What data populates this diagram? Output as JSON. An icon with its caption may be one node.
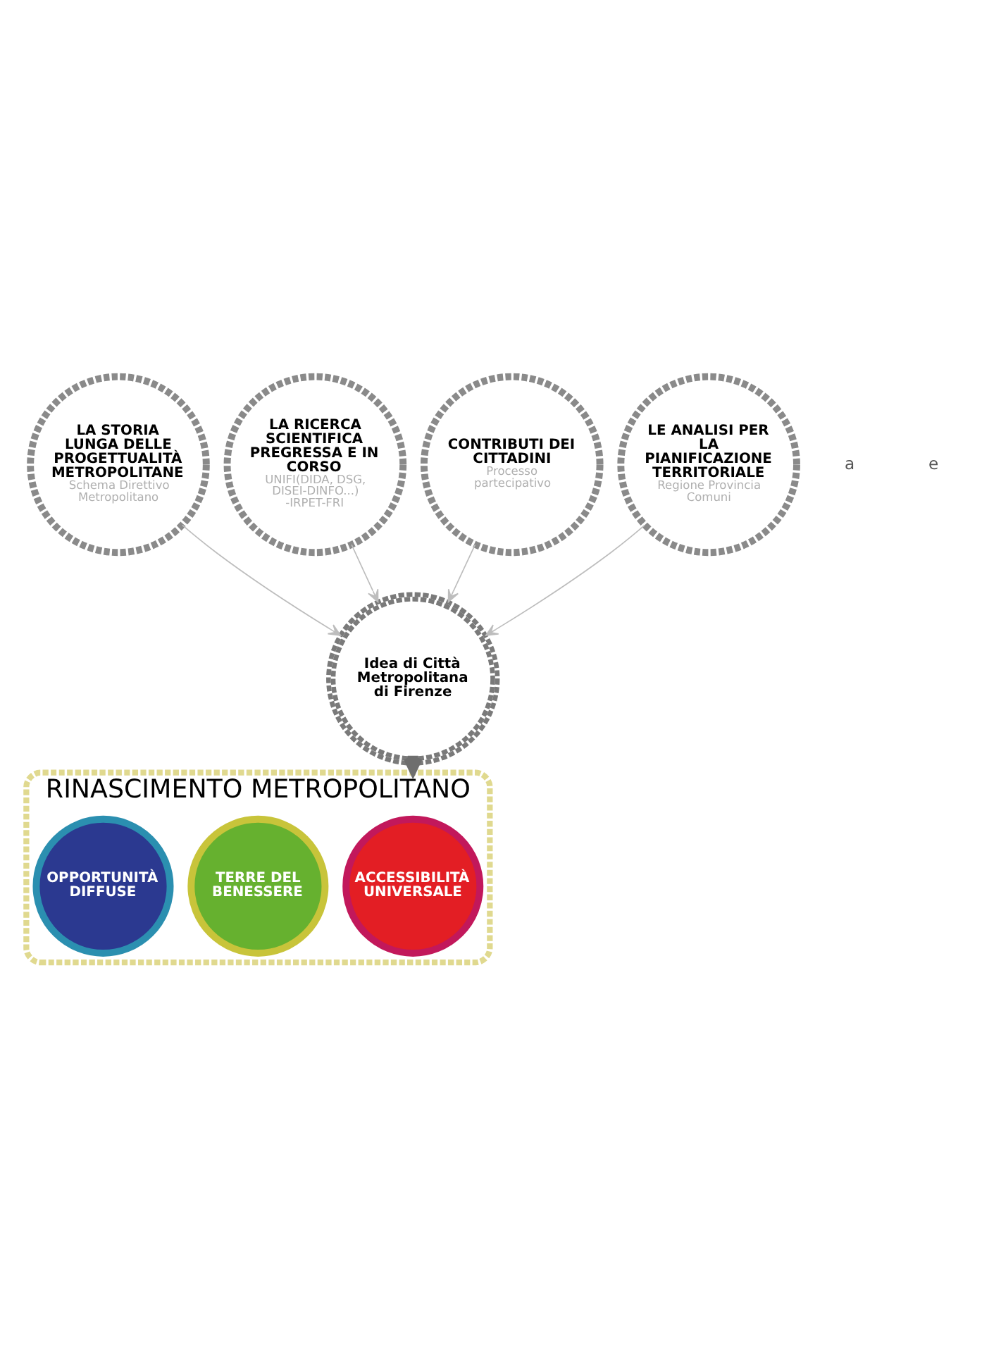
{
  "diagram": {
    "nodes": [
      {
        "text": [
          "LA STORIA LUNGA DELLE PROGETTUALITÀ METROPOLITANE",
          "Schema Direttivo Metropolitano"
        ]
      },
      {
        "text": [
          "LA RICERCA SCIENTIFICA PREGRESSA E IN CORSO",
          "UNIFI(DIDA, DSG, DISEI-DINFO...) -IRPET-FRI"
        ]
      },
      {
        "text": [
          "CONTRIBUTI DEI CITTADINI",
          "Processo partecipativo"
        ]
      },
      {
        "text": [
          "LE ANALISI PER LA PIANIFICAZIONE TERRITORIALE",
          "Regione Provincia Comuni"
        ]
      },
      {
        "text": [
          "Idea di Città Metropolitana di Firenze"
        ]
      },
      {
        "text": [
          "RINASCIMENTO METROPOLITANO"
        ]
      },
      {
        "text": [
          "ACCESSIBILITÀ UNIVERSALE"
        ],
        "in": 5
      },
      {
        "text": [
          "TERRE DEL BENESSERE"
        ],
        "in": 5
      },
      {
        "text": [
          "OPPORTUNITÀ DIFFUSE"
        ],
        "in": 5
      }
    ],
    "edges": [
      {
        "from": 0,
        "to": 4,
        "arrow": "to"
      },
      {
        "from": 1,
        "to": 4,
        "arrow": "to"
      },
      {
        "from": 2,
        "to": 4,
        "arrow": "to"
      },
      {
        "from": 3,
        "to": 4,
        "arrow": "to"
      },
      {
        "from": 4,
        "to": 5,
        "arrow": "to",
        "style": "thick",
        "color": "#6e6e6e"
      }
    ],
    "labels": [
      "a",
      "e"
    ]
  }
}
